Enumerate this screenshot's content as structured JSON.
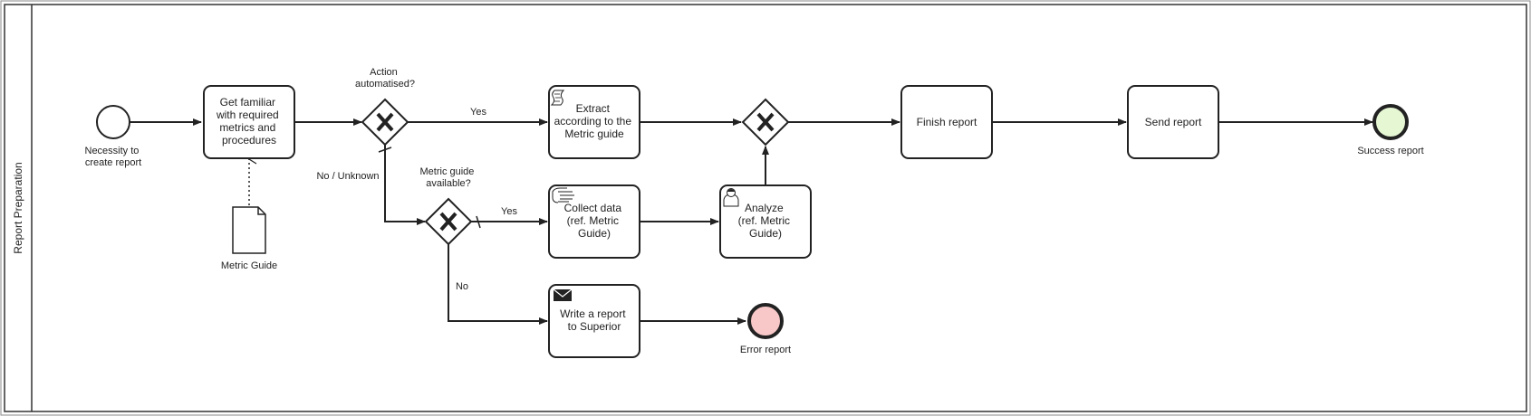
{
  "pool": {
    "label": "Report Preparation"
  },
  "events": {
    "start": {
      "label_lines": [
        "Necessity to",
        "create report"
      ]
    },
    "success": {
      "label": "Success report",
      "fill": "#e6f7d4"
    },
    "error": {
      "label": "Error report",
      "fill": "#f8c8c8"
    }
  },
  "tasks": {
    "get_familiar": {
      "lines": [
        "Get familiar",
        "with required",
        "metrics and",
        "procedures"
      ]
    },
    "extract": {
      "lines": [
        "Extract",
        "according to the",
        "Metric guide"
      ],
      "icon": "script-icon"
    },
    "collect": {
      "lines": [
        "Collect data",
        "(ref. Metric",
        "Guide)"
      ],
      "icon": "manual-hand-icon"
    },
    "write_report": {
      "lines": [
        "Write a report",
        "to Superior"
      ],
      "icon": "envelope-icon"
    },
    "analyze": {
      "lines": [
        "Analyze",
        "(ref. Metric",
        "Guide)"
      ],
      "icon": "user-icon"
    },
    "finish": {
      "lines": [
        "Finish report"
      ]
    },
    "send": {
      "lines": [
        "Send report"
      ]
    }
  },
  "gateways": {
    "action_automatised": {
      "label_lines": [
        "Action",
        "automatised?"
      ]
    },
    "metric_guide_available": {
      "label_lines": [
        "Metric guide",
        "available?"
      ]
    }
  },
  "flow_labels": {
    "yes_1": "Yes",
    "no_unknown": "No / Unknown",
    "yes_2": "Yes",
    "no": "No"
  },
  "data_object": {
    "label": "Metric Guide"
  },
  "colors": {
    "stroke": "#222222",
    "success_fill": "#e6f7d4",
    "error_fill": "#f8c8c8"
  }
}
